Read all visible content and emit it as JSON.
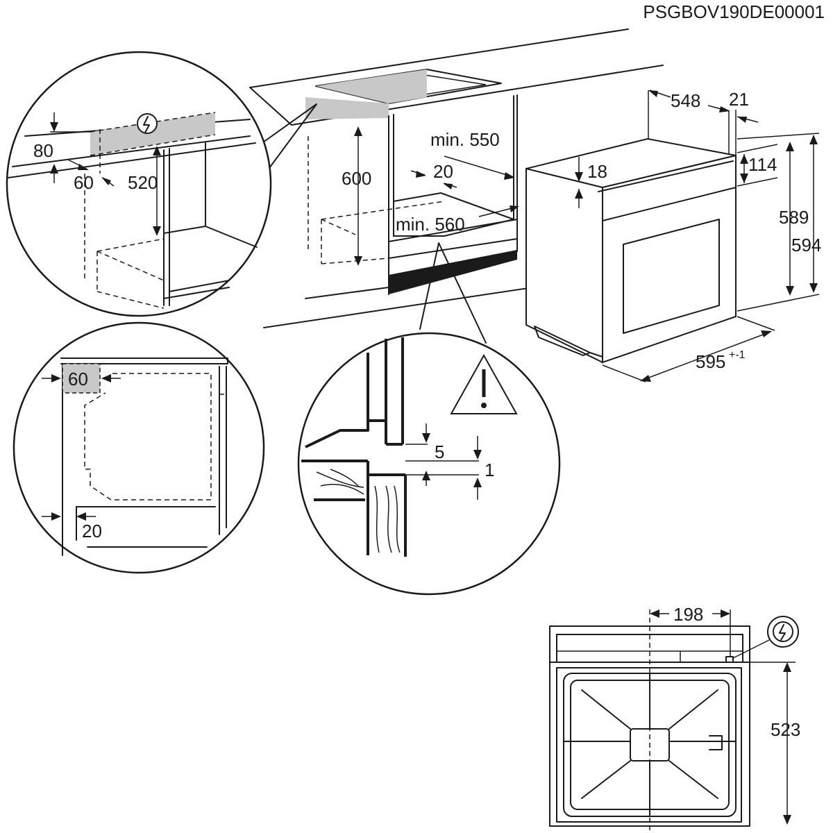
{
  "document_code": "PSGBOV190DE00001",
  "icons": {
    "electrical": "electrical-connection-icon",
    "warning": "warning-triangle-icon"
  },
  "dimensions": {
    "d80": "80",
    "d60_top": "60",
    "d520": "520",
    "d600": "600",
    "min550": "min. 550",
    "d20_top": "20",
    "min560": "min. 560",
    "d548": "548",
    "d21": "21",
    "d18": "18",
    "d114": "114",
    "d589": "589",
    "d594": "594",
    "d595": "595",
    "d595_tol": "+-1",
    "d60_left": "60",
    "d20_bottom": "20",
    "d5": "5",
    "d1": "1",
    "d198": "198",
    "d523": "523"
  }
}
